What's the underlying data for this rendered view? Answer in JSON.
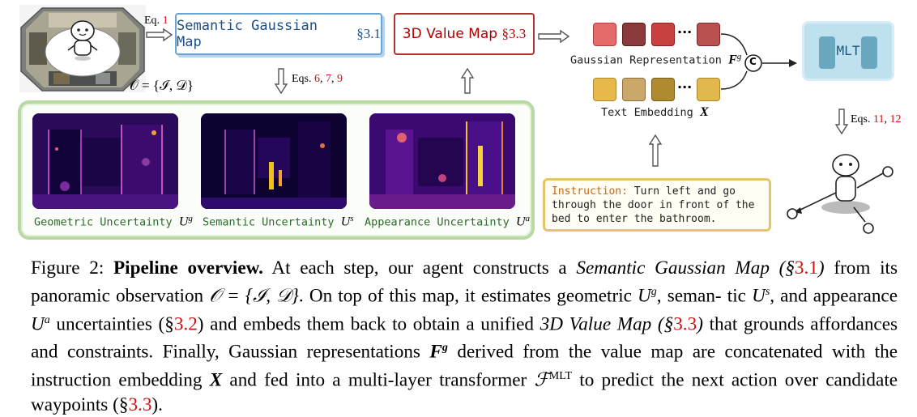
{
  "figure": {
    "sgm_label": "Semantic Gaussian Map",
    "sgm_ref": "§3.1",
    "vm_label": "3D Value Map",
    "vm_ref": "§3.3",
    "eq1_label": "Eq.",
    "eq1_num": "1",
    "obs_formula": "𝒪 = {ℐ, 𝒟}",
    "eqs_mid_label": "Eqs.",
    "eqs_mid_nums": [
      "6",
      "7",
      "9"
    ],
    "heatmaps": [
      {
        "label": "Geometric Uncertainty",
        "sym": "U",
        "sup": "g"
      },
      {
        "label": "Semantic Uncertainty",
        "sym": "U",
        "sup": "s"
      },
      {
        "label": "Appearance Uncertainty",
        "sym": "U",
        "sup": "a"
      }
    ],
    "gauss_rep_label": "Gaussian Representation",
    "gauss_rep_sym": "F",
    "gauss_rep_sup": "g",
    "text_emb_label": "Text Embedding",
    "text_emb_sym": "X",
    "ellipsis": "···",
    "concat_symbol": "C",
    "mlt_label": "MLT",
    "eqs_right_label": "Eqs.",
    "eqs_right_nums": [
      "11",
      "12"
    ],
    "instruction_prefix": "Instruction:",
    "instruction_text": "Turn left and go through the door in front of the bed to enter the bathroom.",
    "colors": {
      "gauss_tokens": [
        "#e46b6b",
        "#8a3a3a",
        "#c94040",
        "#b85050"
      ],
      "text_tokens": [
        "#e8b84a",
        "#c9a86a",
        "#b08a30",
        "#e0b84c"
      ],
      "green_border": "#b8d8a4",
      "accent_red": "#cc1111"
    }
  },
  "caption": {
    "figure_num": "Figure 2:",
    "title": "Pipeline overview.",
    "s1": "At each step, our agent constructs a",
    "s1_it": "Semantic Gaussian Map (§",
    "s1_ref": "3.1",
    "s1_close": ")",
    "s2": "from its panoramic observation",
    "s2_formula": "𝒪 = {ℐ, 𝒟}",
    "s3": ". On top of this map, it estimates geometric",
    "s4": ", seman-",
    "s5": "tic",
    "s6": ", and appearance",
    "s7": "uncertainties (§",
    "s7_ref": "3.2",
    "s8": ") and embeds them back to obtain a unified",
    "s8_it": "3D Value",
    "s9_it": "Map (§",
    "s9_ref": "3.3",
    "s9_close": ")",
    "s10": "that grounds affordances and constraints. Finally, Gaussian representations",
    "s11": "derived",
    "s12": "from the value map are concatenated with the instruction embedding",
    "s13": "and fed into a multi-layer",
    "s14": "transformer",
    "s14_sym": "ℱ",
    "s14_sup": "MLT",
    "s15": "to predict the next action over candidate waypoints (§",
    "s15_ref": "3.3",
    "s15_close": ")."
  }
}
